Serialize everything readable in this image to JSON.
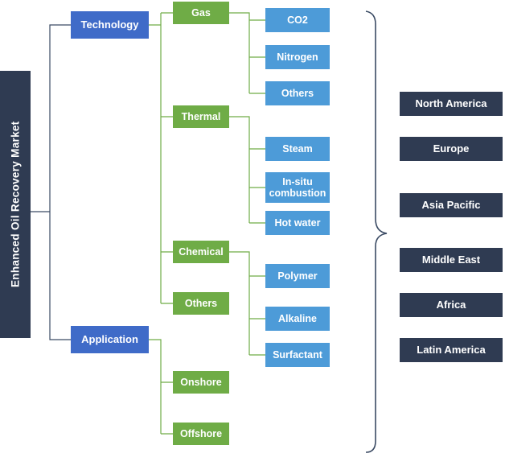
{
  "title": "Enhanced Oil Recovery Market",
  "colors": {
    "root": "#2F3B52",
    "level2": "#3F6BC8",
    "level3": "#6FAC46",
    "level4": "#4D9BD8",
    "region": "#2F3B52",
    "line-dark": "#3A4A63",
    "line-green": "#6FAC46",
    "text": "#FFFFFF"
  },
  "tree": {
    "technology": {
      "label": "Technology"
    },
    "application": {
      "label": "Application"
    },
    "gas": {
      "label": "Gas",
      "children": [
        "CO2",
        "Nitrogen",
        "Others"
      ]
    },
    "thermal": {
      "label": "Thermal",
      "children": [
        "Steam",
        "In-situ combustion",
        "Hot water"
      ]
    },
    "chemical": {
      "label": "Chemical",
      "children": [
        "Polymer",
        "Alkaline",
        "Surfactant"
      ]
    },
    "others": {
      "label": "Others"
    },
    "onshore": {
      "label": "Onshore"
    },
    "offshore": {
      "label": "Offshore"
    }
  },
  "regions": [
    "North America",
    "Europe",
    "Asia Pacific",
    "Middle East",
    "Africa",
    "Latin America"
  ]
}
